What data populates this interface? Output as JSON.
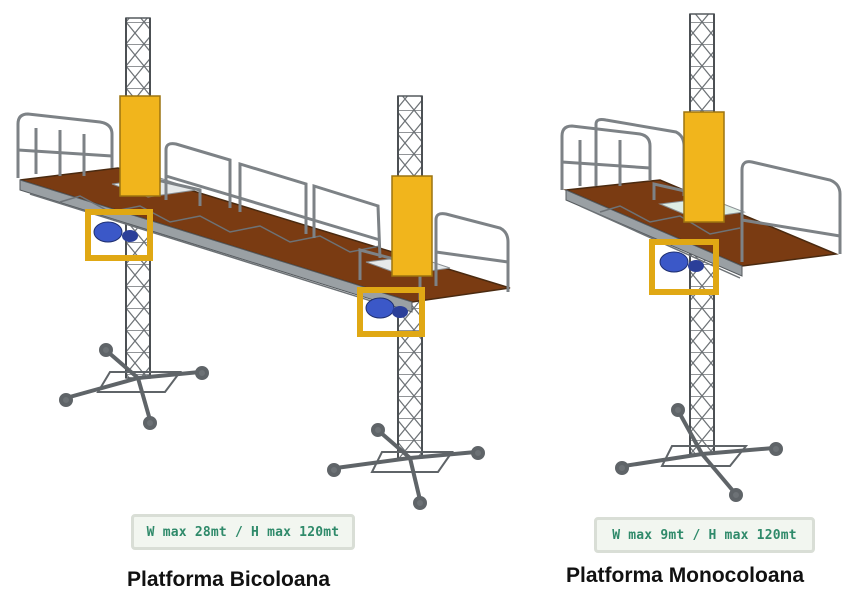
{
  "left_platform": {
    "spec": "W max 28mt / H max 120mt",
    "caption": "Platforma Bicoloana"
  },
  "right_platform": {
    "spec": "W max 9mt / H max 120mt",
    "caption": "Platforma Monocoloana"
  },
  "colors": {
    "steel": "#8a8f93",
    "deck": "#7a3b12",
    "yellow": "#f1b51c",
    "motor": "#3b58c8",
    "spec_text": "#2f8a6a"
  }
}
